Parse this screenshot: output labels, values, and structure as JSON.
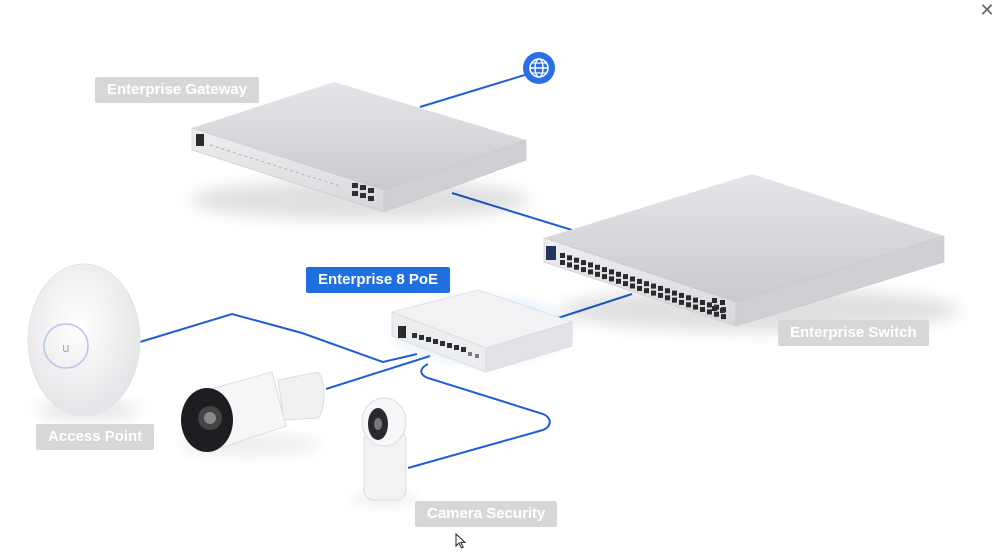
{
  "labels": {
    "gateway": "Enterprise Gateway",
    "poe_switch": "Enterprise 8 PoE",
    "switch": "Enterprise Switch",
    "access_point": "Access Point",
    "camera": "Camera Security"
  },
  "icons": {
    "internet": "globe-icon",
    "close": "close-icon",
    "cursor": "mouse-pointer-icon"
  },
  "colors": {
    "link": "#1f5fd6",
    "active_label": "#1f6fe0",
    "inactive_label": "#d7d7d9",
    "globe": "#2a6fe8"
  },
  "close_glyph": "✕"
}
